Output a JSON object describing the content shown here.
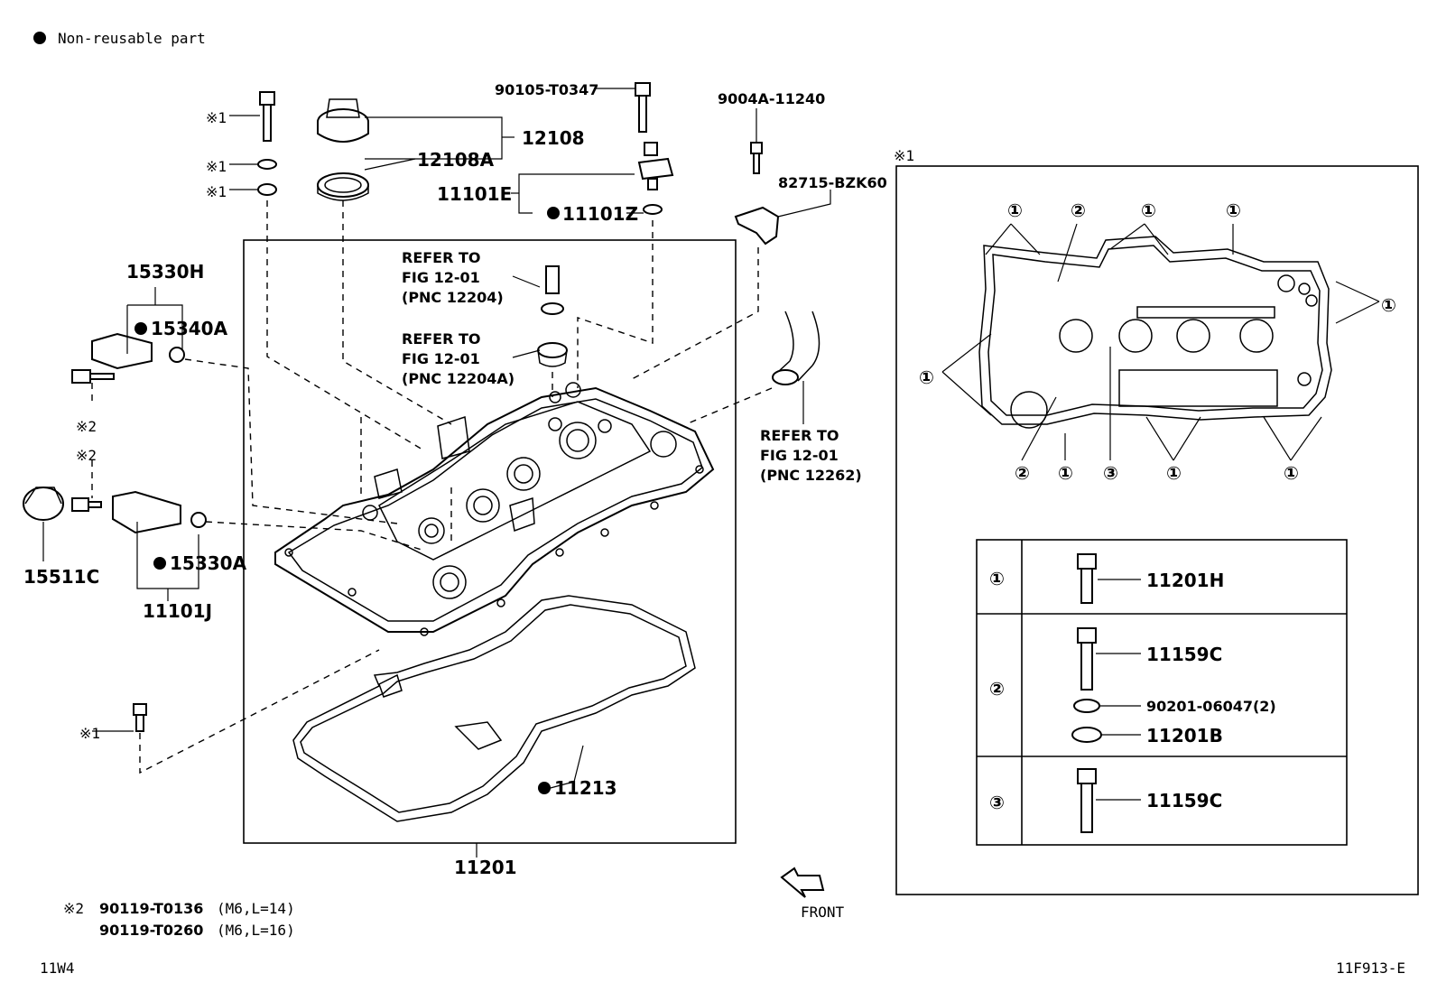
{
  "legend": {
    "text": "Non-reusable part"
  },
  "parts": {
    "p90105": "90105-T0347",
    "p9004A": "9004A-11240",
    "p12108": "12108",
    "p12108A": "12108A",
    "p11101E": "11101E",
    "p11101Z": "11101Z",
    "p82715": "82715-BZK60",
    "p15330H": "15330H",
    "p15340A": "15340A",
    "p15511C": "15511C",
    "p15330A": "15330A",
    "p11101J": "11101J",
    "p11213": "11213",
    "p11201": "11201",
    "mark1": "※1",
    "mark2": "※2"
  },
  "refs": {
    "r1": [
      "REFER TO",
      "FIG 12-01",
      "(PNC 12204)"
    ],
    "r2": [
      "REFER TO",
      "FIG 12-01",
      "(PNC 12204A)"
    ],
    "r3": [
      "REFER TO",
      "FIG 12-01",
      "(PNC 12262)"
    ]
  },
  "front_label": "FRONT",
  "inset": {
    "title": "※1",
    "circ1": "①",
    "circ2": "②",
    "circ3": "③",
    "table": [
      {
        "key": "①",
        "parts": [
          "11201H"
        ]
      },
      {
        "key": "②",
        "parts": [
          "11159C",
          "90201-06047(2)",
          "11201B"
        ]
      },
      {
        "key": "③",
        "parts": [
          "11159C"
        ]
      }
    ]
  },
  "footnote": {
    "mark": "※2",
    "line1_part": "90119-T0136",
    "line1_spec": "(M6,L=14)",
    "line2_part": "90119-T0260",
    "line2_spec": "(M6,L=16)"
  },
  "codes": {
    "left": "11W4",
    "right": "11F913-E"
  }
}
